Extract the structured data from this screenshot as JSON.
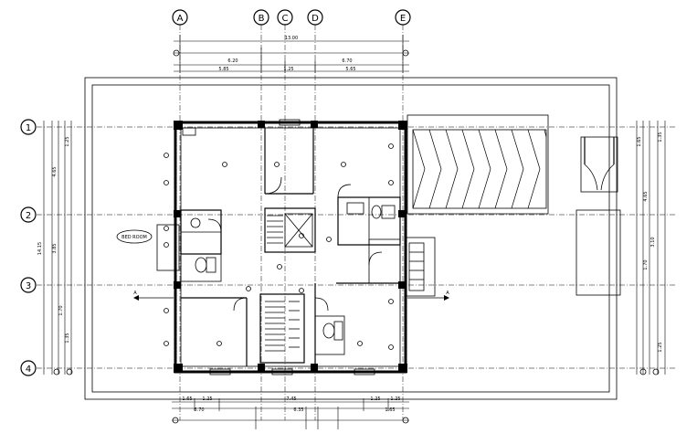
{
  "grid_columns": [
    {
      "label": "A"
    },
    {
      "label": "B"
    },
    {
      "label": "C"
    },
    {
      "label": "D"
    },
    {
      "label": "E"
    }
  ],
  "grid_rows": [
    {
      "label": "1"
    },
    {
      "label": "2"
    },
    {
      "label": "3"
    },
    {
      "label": "4"
    }
  ],
  "dims_top": {
    "overall": "13.00",
    "a_to_b": "6.20",
    "b_to_e": "6.70",
    "sub1": "5.85",
    "sub2": "1.25",
    "sub3": "5.65"
  },
  "dims_bottom": {
    "seg1": "1.65",
    "seg2": "1.25",
    "seg3": "7.45",
    "seg4": "1.25",
    "seg5": "1.25",
    "row2a": "6.70",
    "row2b": "6.35",
    "row2c": "1.65"
  },
  "dims_left": {
    "overall": "14.15",
    "seg1": "4.65",
    "seg2": "3.85",
    "seg3": "1.70",
    "seg4": "1.35",
    "seg5": "1.25"
  },
  "dims_right": {
    "seg1": "1.65",
    "seg2": "4.65",
    "seg3": "1.70",
    "seg4": "3.10",
    "seg5": "1.25",
    "seg6": "1.35"
  },
  "callout": {
    "label": "BED ROOM"
  },
  "section_marks": {
    "left": "A",
    "right": "A"
  }
}
